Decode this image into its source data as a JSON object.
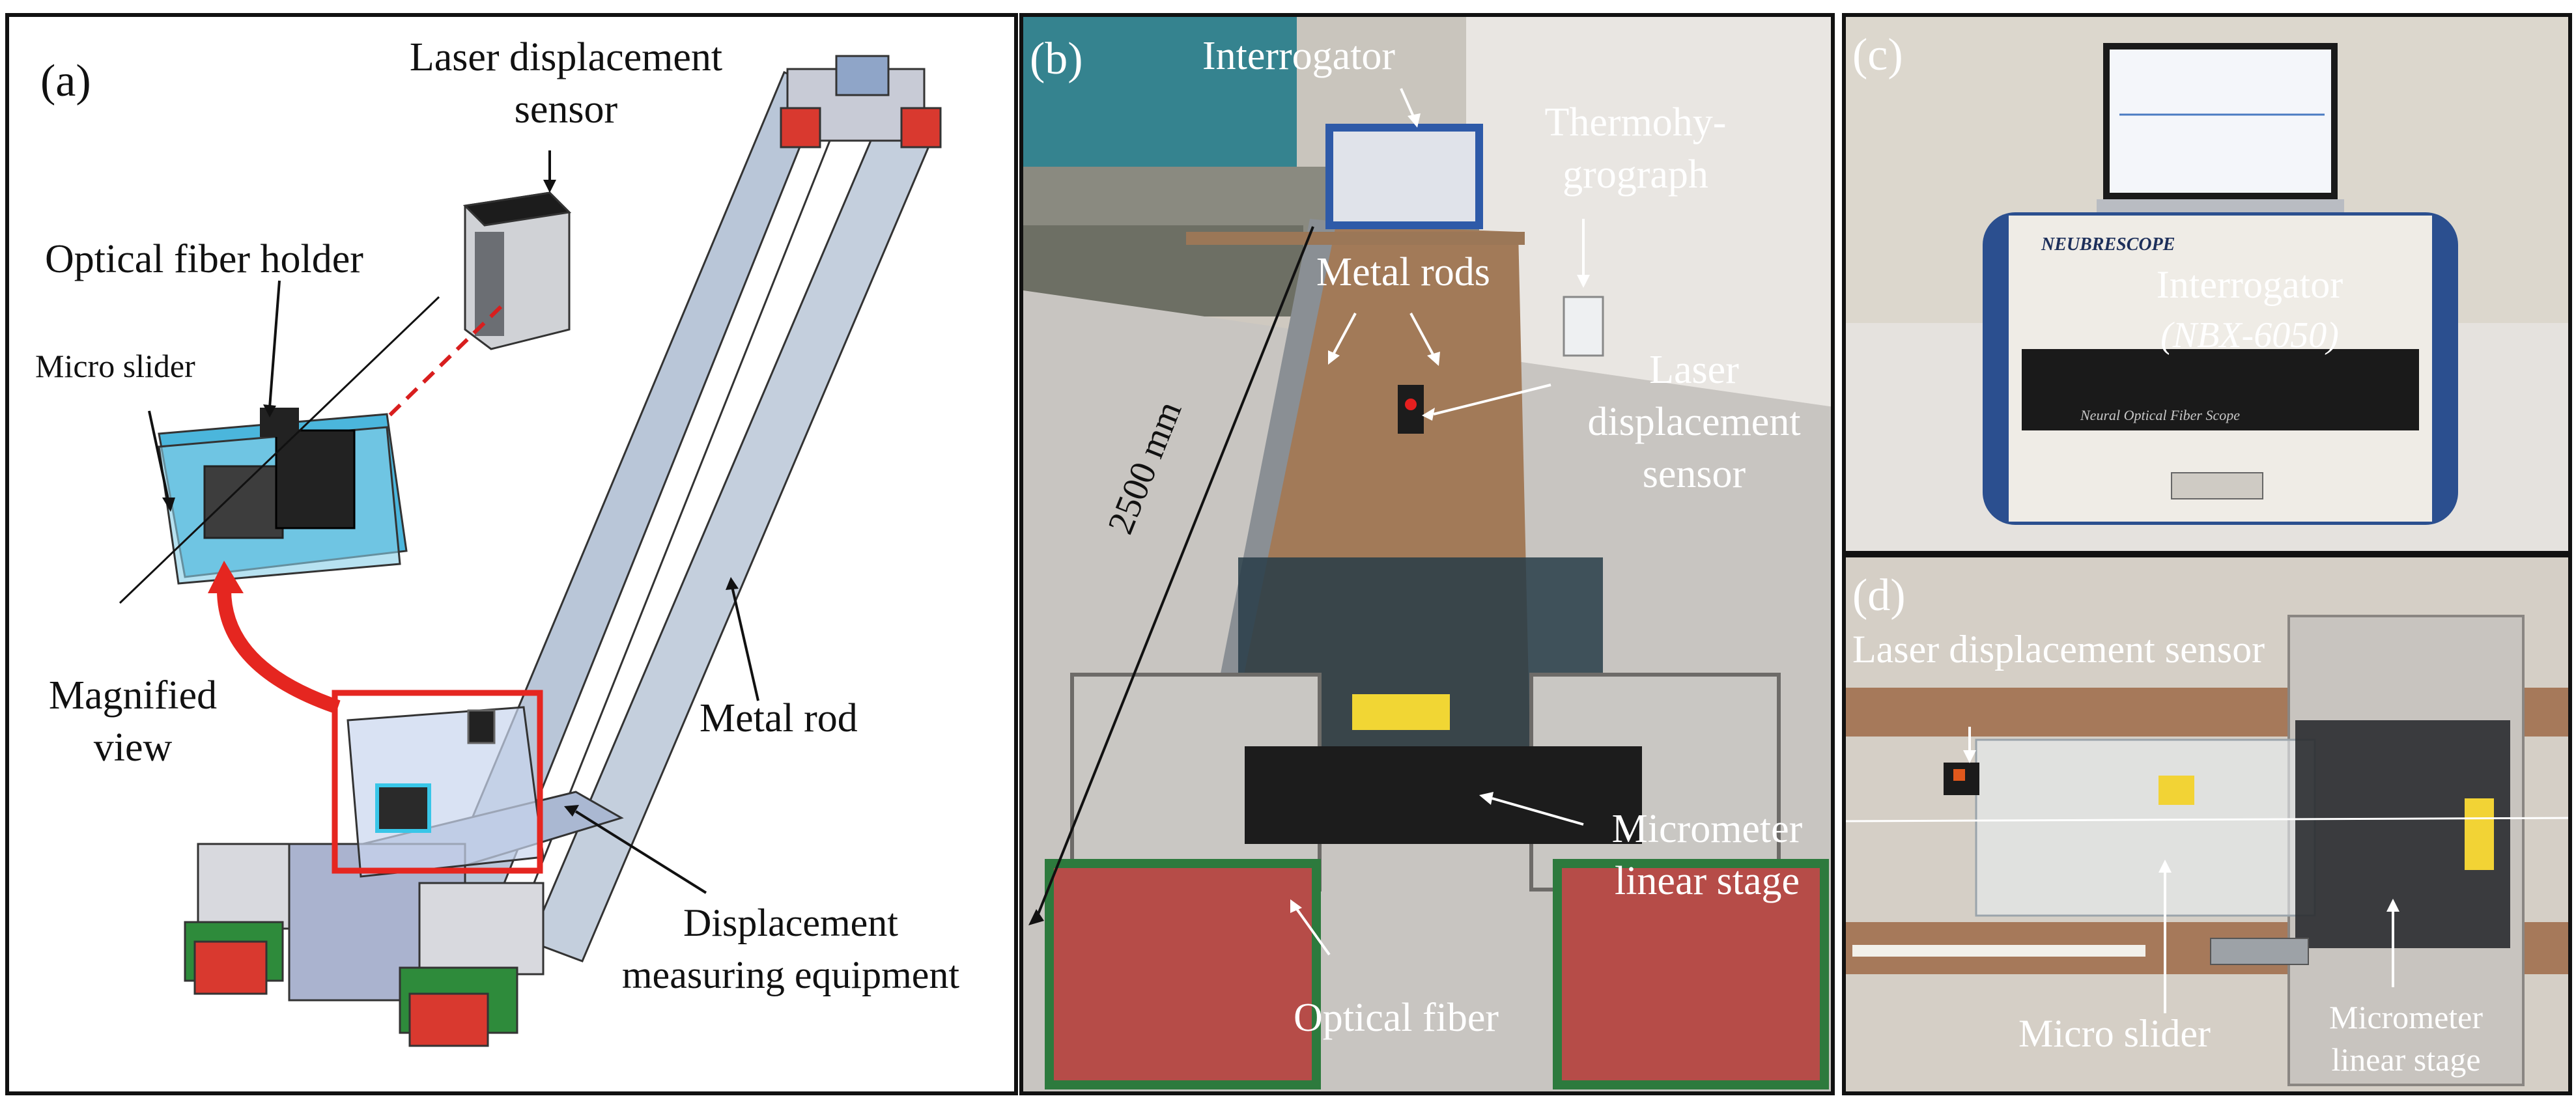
{
  "panel_a": {
    "tag": "(a)",
    "laser_sensor_line1": "Laser displacement",
    "laser_sensor_line2": "sensor",
    "fiber_holder": "Optical fiber holder",
    "micro_slider": "Micro slider",
    "magnified_line1": "Magnified",
    "magnified_line2": "view",
    "metal_rod": "Metal rod",
    "measuring_line1": "Displacement",
    "measuring_line2": "measuring equipment"
  },
  "panel_b": {
    "tag": "(b)",
    "interrogator": "Interrogator",
    "thermo_line1": "Thermohy-",
    "thermo_line2": "grograph",
    "metal_rods": "Metal rods",
    "laser_line1": "Laser",
    "laser_line2": "displacement",
    "laser_line3": "sensor",
    "length": "2500 mm",
    "stage_line1": "Micrometer",
    "stage_line2": "linear stage",
    "optical_fiber": "Optical fiber"
  },
  "panel_c": {
    "tag": "(c)",
    "brand": "NEUBRESCOPE",
    "device": "Interrogator",
    "model": "(NBX-6050)",
    "front_text": "Neural Optical Fiber Scope"
  },
  "panel_d": {
    "tag": "(d)",
    "laser_sensor": "Laser displacement sensor",
    "micro_slider": "Micro slider",
    "stage_line1": "Micrometer",
    "stage_line2": "linear stage"
  }
}
